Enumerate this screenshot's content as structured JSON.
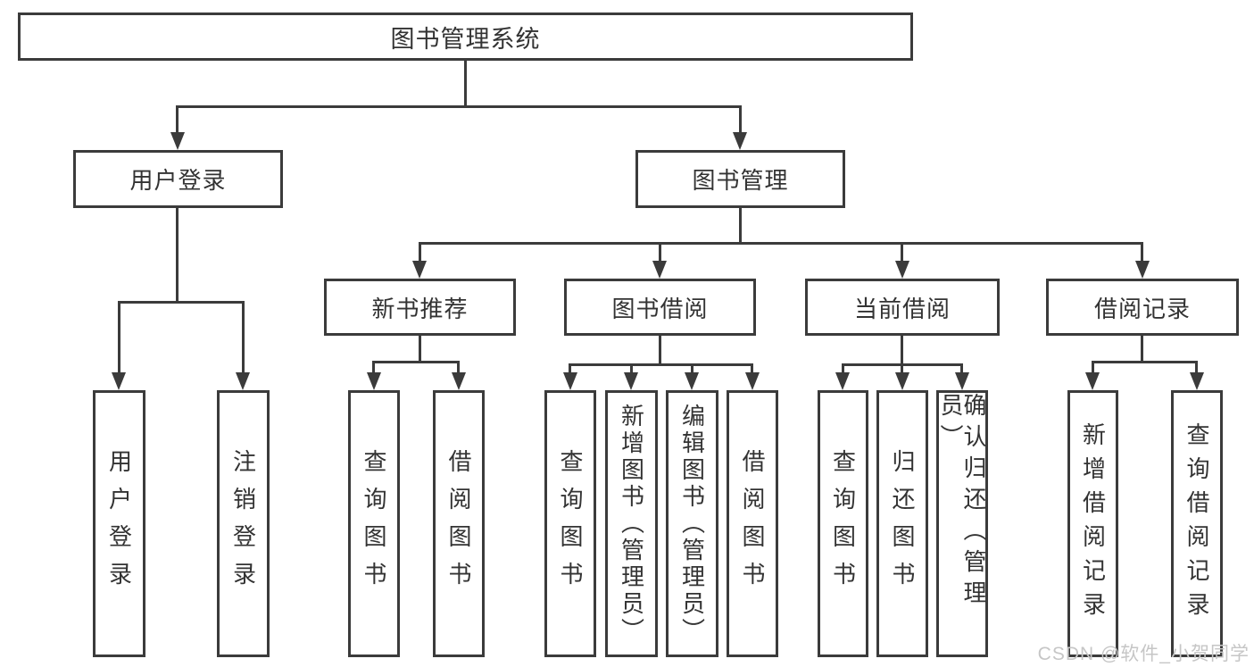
{
  "diagram": {
    "type": "tree",
    "root": {
      "label": "图书管理系统",
      "children": [
        {
          "label": "用户登录",
          "children": [
            {
              "label": "用户登录"
            },
            {
              "label": "注销登录"
            }
          ]
        },
        {
          "label": "图书管理",
          "children": [
            {
              "label": "新书推荐",
              "children": [
                {
                  "label": "查询图书"
                },
                {
                  "label": "借阅图书"
                }
              ]
            },
            {
              "label": "图书借阅",
              "children": [
                {
                  "label": "查询图书"
                },
                {
                  "label": "新增图书（管理员）"
                },
                {
                  "label": "编辑图书（管理员）"
                },
                {
                  "label": "借阅图书"
                }
              ]
            },
            {
              "label": "当前借阅",
              "children": [
                {
                  "label": "查询图书"
                },
                {
                  "label": "归还图书"
                },
                {
                  "label": "确认归还（管理员）"
                }
              ]
            },
            {
              "label": "借阅记录",
              "children": [
                {
                  "label": "新增借阅记录"
                },
                {
                  "label": "查询借阅记录"
                }
              ]
            }
          ]
        }
      ]
    },
    "colors": {
      "line": "#3b3b3b",
      "text": "#333333",
      "watermark_text": "#c6c6c6",
      "background": "#ffffff"
    }
  },
  "watermark": {
    "text": "CSDN @软件_小贺同学"
  }
}
